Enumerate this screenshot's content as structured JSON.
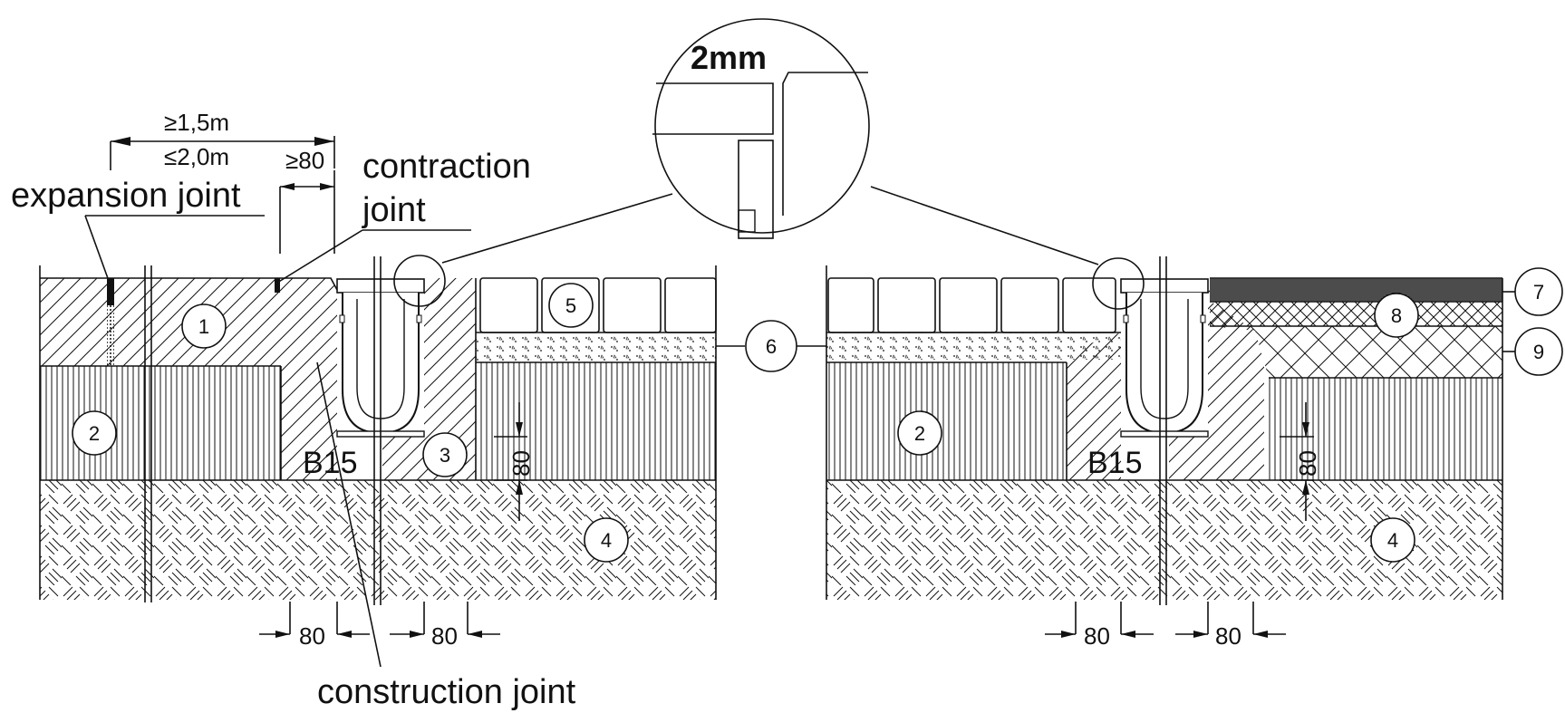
{
  "labels": {
    "expansion_joint": "expansion joint",
    "contraction_line1": "contraction",
    "contraction_line2": "joint",
    "construction_joint": "construction joint",
    "detail_gap": "2mm",
    "concrete_class_left": "B15",
    "concrete_class_right": "B15"
  },
  "dimensions": {
    "joint_spacing_min": "≥1,5m",
    "joint_spacing_max": "≤2,0m",
    "contraction_offset": "≥80",
    "bed_left_a": "80",
    "bed_left_b": "80",
    "bed_right_a": "80",
    "bed_right_b": "80",
    "base_left": "80",
    "base_right": "80"
  },
  "balloons": {
    "b1": "1",
    "b2_left": "2",
    "b3": "3",
    "b4_left": "4",
    "b5": "5",
    "b6": "6",
    "b2_right": "2",
    "b4_right": "4",
    "b7": "7",
    "b8": "8",
    "b9": "9"
  },
  "colors": {
    "line": "#111111",
    "background": "#ffffff"
  }
}
